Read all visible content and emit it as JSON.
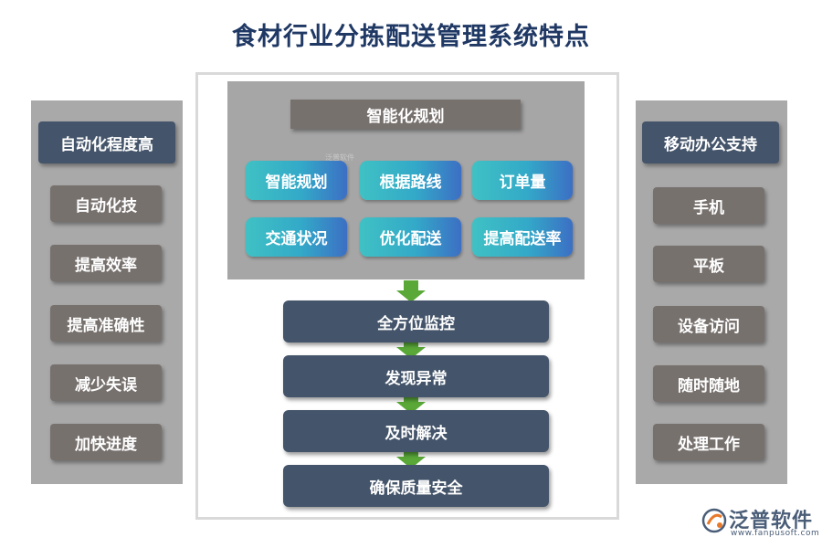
{
  "title": "食材行业分拣配送管理系统特点",
  "left_panel": {
    "header": "自动化程度高",
    "items": [
      "自动化技",
      "提高效率",
      "提高准确性",
      "减少失误",
      "加快进度"
    ]
  },
  "right_panel": {
    "header": "移动办公支持",
    "items": [
      "手机",
      "平板",
      "设备访问",
      "随时随地",
      "处理工作"
    ]
  },
  "planning": {
    "header": "智能化规划",
    "items": [
      "智能规划",
      "根据路线",
      "订单量",
      "交通状况",
      "优化配送",
      "提高配送率"
    ]
  },
  "flow": [
    "全方位监控",
    "发现异常",
    "及时解决",
    "确保质量安全"
  ],
  "watermark": "泛普软件",
  "logo": {
    "name": "泛普软件",
    "url": "www.fanpusoft.com"
  },
  "colors": {
    "title": "#1f3864",
    "dark_box": "#44546a",
    "brown_box": "#77716e",
    "teal_start": "#3fc1c4",
    "teal_end": "#3c6fc4",
    "arrow": "#5aa838",
    "panel_gray": "#a9a9a9"
  }
}
